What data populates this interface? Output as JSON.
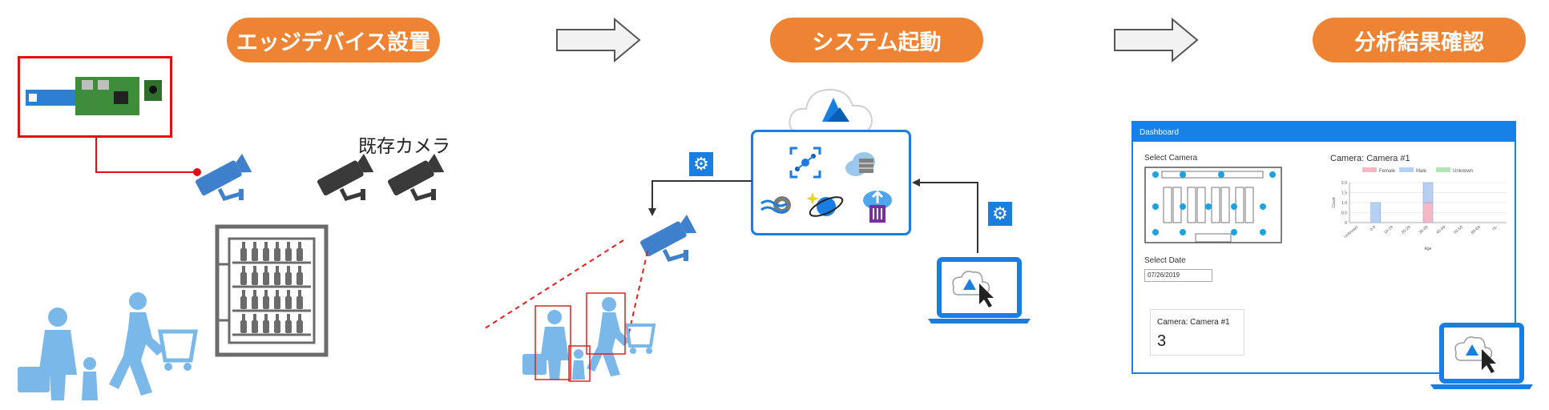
{
  "steps": [
    {
      "label": "エッジデバイス設置"
    },
    {
      "label": "システム起動"
    },
    {
      "label": "分析結果確認"
    }
  ],
  "existing_camera_label": "既存カメラ",
  "colors": {
    "accent_orange": "#ee8433",
    "camera_blue": "#3f80cc",
    "person_blue": "#7ab8ea",
    "azure_blue": "#1a7ee0",
    "detect_red": "#e0201d"
  },
  "dashboard": {
    "title": "Dashboard",
    "select_camera": "Select Camera",
    "select_date": "Select Date",
    "date_value": "07/26/2019",
    "chart_title": "Camera: Camera #1",
    "count_card_title": "Camera: Camera #1",
    "count_value": "3"
  },
  "chart_data": {
    "type": "bar",
    "title": "Camera: Camera #1",
    "xlabel": "Age",
    "ylabel": "Count",
    "categories": [
      "Unknown",
      "0-9",
      "10-19",
      "20-29",
      "30-39",
      "40-49",
      "50-59",
      "60-69",
      "70-"
    ],
    "series": [
      {
        "name": "Female",
        "values": [
          0,
          0,
          0,
          0,
          1,
          0,
          0,
          0,
          0
        ],
        "color": "#f6b9c3"
      },
      {
        "name": "Male",
        "values": [
          0,
          1,
          0,
          0,
          1,
          0,
          0,
          0,
          0
        ],
        "color": "#b6cff2"
      },
      {
        "name": "Unknown",
        "values": [
          0,
          0,
          0,
          0,
          0,
          0,
          0,
          0,
          0
        ],
        "color": "#b6e6b6"
      }
    ],
    "yticks": [
      "0",
      "0.5",
      "1.0",
      "1.5",
      "2.0"
    ],
    "ylim": [
      0,
      2
    ],
    "legend_position": "top"
  }
}
